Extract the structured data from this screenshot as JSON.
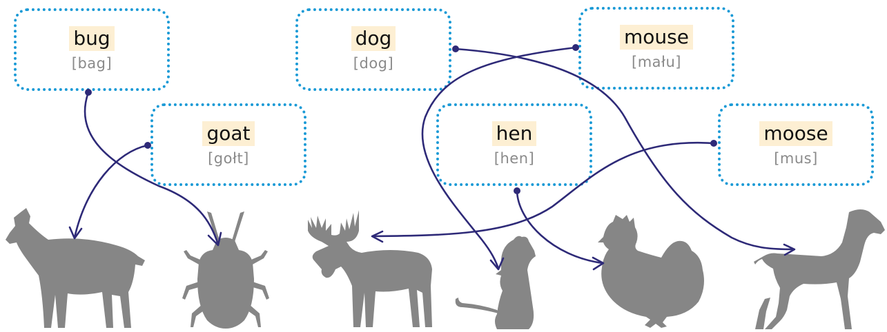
{
  "cards": {
    "bug": {
      "word": "bug",
      "pron": "[bag]"
    },
    "dog": {
      "word": "dog",
      "pron": "[dog]"
    },
    "mouse": {
      "word": "mouse",
      "pron": "[mału]"
    },
    "goat": {
      "word": "goat",
      "pron": "[gołt]"
    },
    "hen": {
      "word": "hen",
      "pron": "[hen]"
    },
    "moose": {
      "word": "moose",
      "pron": "[mus]"
    }
  },
  "colors": {
    "card_border": "#1a9ad6",
    "word_highlight": "#fdefd3",
    "connector": "#2e2a78",
    "silhouette": "#868686"
  },
  "animals": [
    "goat-silhouette",
    "bug-silhouette",
    "moose-silhouette",
    "mouse-silhouette",
    "hen-silhouette",
    "dog-silhouette"
  ]
}
